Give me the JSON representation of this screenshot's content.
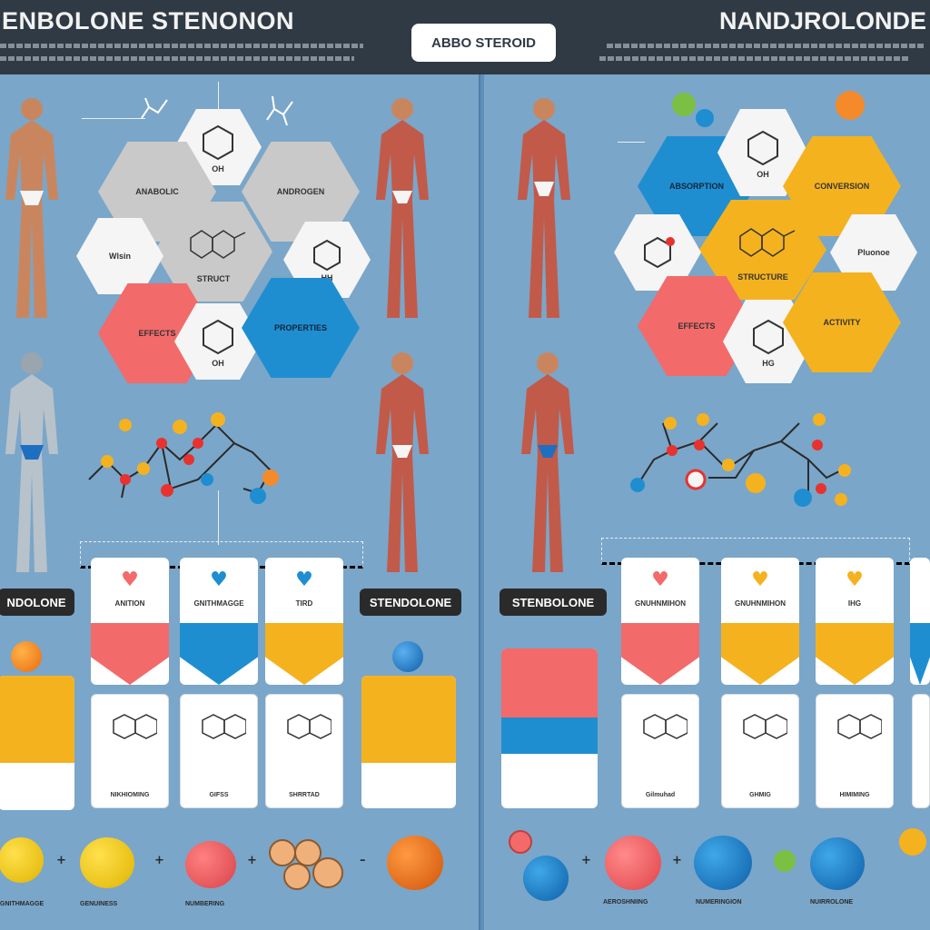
{
  "header": {
    "title_left": "ENBOLONE STENONON",
    "title_right": "NANDJROLONDE",
    "center_badge": "ABBO STEROID"
  },
  "left_panel": {
    "hexagons": [
      {
        "text": "OH",
        "fill": "#f5f5f5"
      },
      {
        "text": "ANABOLIC",
        "fill": "#c9c9c9"
      },
      {
        "text": "ANDROGEN",
        "fill": "#c9c9c9"
      },
      {
        "text": "STRUCT",
        "fill": "#c9c9c9"
      },
      {
        "text": "Wlsin",
        "fill": "#f5f5f5"
      },
      {
        "text": "HH",
        "fill": "#f5f5f5"
      },
      {
        "text": "EFFECTS",
        "fill": "#f26a6a"
      },
      {
        "text": "OH",
        "fill": "#f5f5f5"
      },
      {
        "text": "PROPERTIES",
        "fill": "#1f8ed0"
      }
    ],
    "labels": {
      "pill_1": "NDOLONE",
      "pill_2": "STENDOLONE"
    },
    "cards": [
      {
        "title": "ANITION",
        "heart_color": "#f26a6a",
        "banner_color": "#f26a6a"
      },
      {
        "title": "GNITHMAGGE",
        "heart_color": "#1f8ed0",
        "banner_color": "#1f8ed0"
      },
      {
        "title": "TIRD",
        "heart_color": "#1f8ed0",
        "banner_color": "#f5b21f"
      }
    ],
    "struct_caps": [
      "NIKHIOMING",
      "GIFSS",
      "SHRRTAD"
    ],
    "bottom_caps": [
      "GNITHMAGGE",
      "GENUINESS",
      "NUMBERING"
    ]
  },
  "right_panel": {
    "hexagons": [
      {
        "text": "ABSORPTION",
        "fill": "#1f8ed0"
      },
      {
        "text": "OH",
        "fill": "#f5f5f5"
      },
      {
        "text": "CONVERSION",
        "fill": "#f5b21f"
      },
      {
        "text": "STRUCTURE",
        "fill": "#f5b21f"
      },
      {
        "text": "Pluonoe",
        "fill": "#f5f5f5"
      },
      {
        "text": "EFFECTS",
        "fill": "#f26a6a"
      },
      {
        "text": "HG",
        "fill": "#f5f5f5"
      },
      {
        "text": "ACTIVITY",
        "fill": "#f5b21f"
      }
    ],
    "labels": {
      "pill_1": "STENBOLONE"
    },
    "cards": [
      {
        "title": "GNUHNMIHON",
        "heart_color": "#f26a6a",
        "banner_color": "#f26a6a"
      },
      {
        "title": "GNUHNMIHON",
        "heart_color": "#f5b21f",
        "banner_color": "#f5b21f"
      },
      {
        "title": "IHG",
        "heart_color": "#f5b21f",
        "banner_color": "#f5b21f"
      }
    ],
    "struct_caps": [
      "Gilmuhad",
      "GHMIG",
      "HIMIMING"
    ],
    "bottom_caps": [
      "AEROSHNIING",
      "NUMERINGION",
      "NUIRROLONE"
    ]
  },
  "colors": {
    "background": "#6f9ec4",
    "header": "#2f3a45",
    "red": "#f26a6a",
    "blue": "#1f8ed0",
    "yellow": "#f5b21f",
    "grey": "#c9c9c9"
  }
}
